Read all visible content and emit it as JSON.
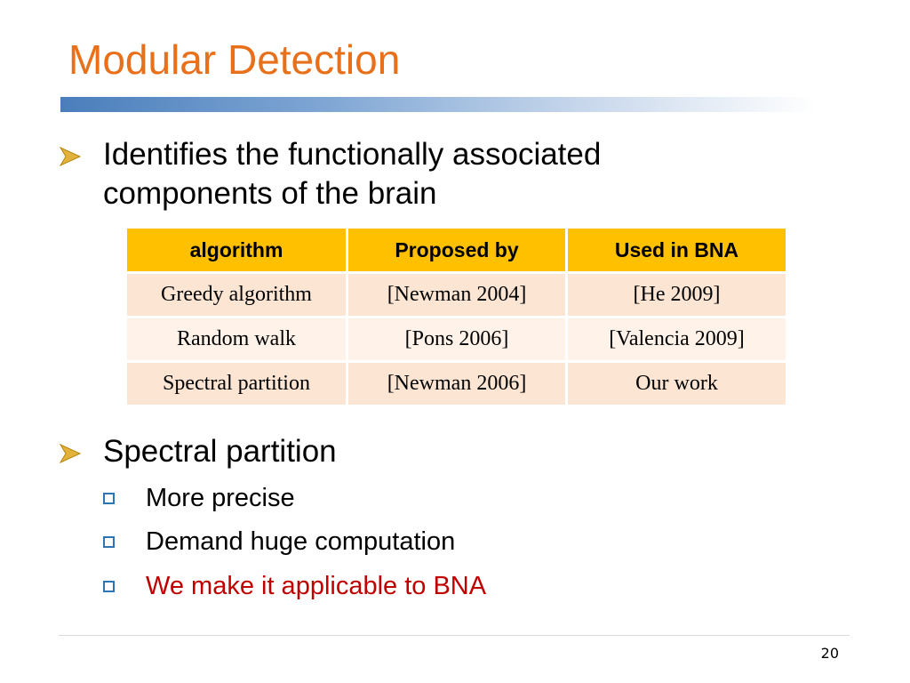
{
  "slide": {
    "title": "Modular Detection",
    "page_number": "20"
  },
  "bullets": [
    {
      "text": "Identifies the functionally associated components of the brain"
    },
    {
      "text": "Spectral partition",
      "sub_items": [
        {
          "text": "More precise"
        },
        {
          "text": "Demand huge computation"
        },
        {
          "text": "We make it applicable to BNA",
          "color": "#C00000"
        }
      ]
    }
  ],
  "table": {
    "headers": [
      "algorithm",
      "Proposed by",
      "Used in BNA"
    ],
    "rows": [
      [
        "Greedy algorithm",
        "[Newman 2004]",
        "[He 2009]"
      ],
      [
        "Random walk",
        "[Pons 2006]",
        "[Valencia 2009]"
      ],
      [
        "Spectral partition",
        "[Newman 2006]",
        "Our work"
      ]
    ],
    "header_color": "#FFC000"
  },
  "colors": {
    "title": "#E8701A",
    "accent_red": "#C00000",
    "arrow_bullet": "#D4A017",
    "square_bullet": "#2E75B6"
  }
}
